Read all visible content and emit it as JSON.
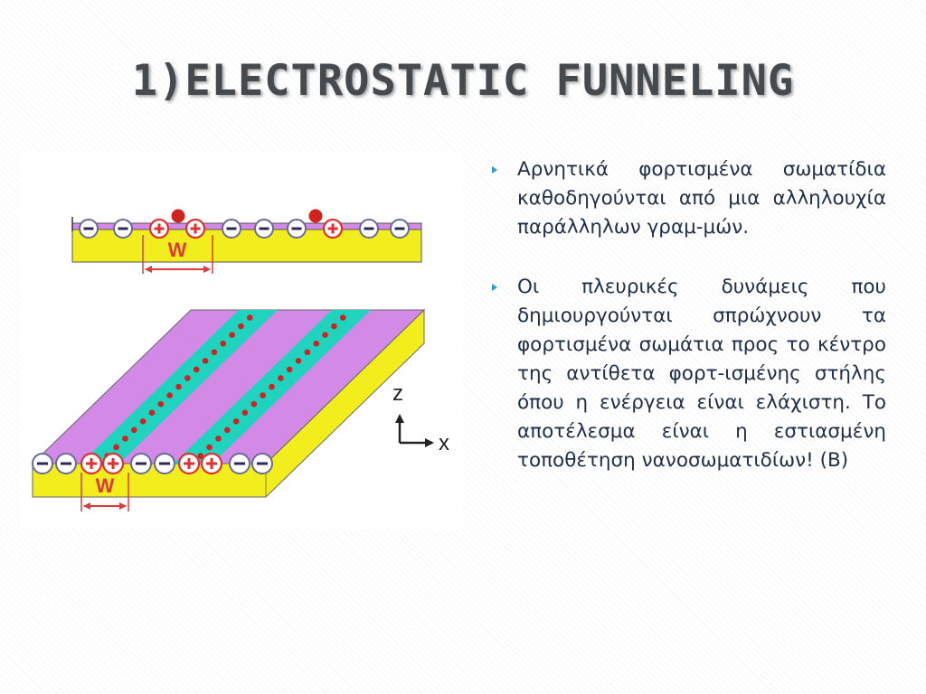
{
  "slide": {
    "title": "1)ELECTROSTATIC FUNNELING"
  },
  "figure": {
    "width_label_top": "W",
    "width_label_bottom": "W",
    "axis_z_label": "z",
    "axis_x_label": "x",
    "colors": {
      "substrate": "#f2ee1e",
      "negative_region": "#d28ae6",
      "positive_region": "#1fd3bf",
      "particle": "#d0221f",
      "dimension": "#e03a36"
    }
  },
  "bullets": [
    {
      "icon": "triangle-bullet-icon",
      "text": "Αρνητικά φορτισμένα σωματίδια καθοδηγούνται από μια αλληλουχία παράλληλων γραμ-μών."
    },
    {
      "icon": "triangle-bullet-icon",
      "text": "Οι πλευρικές δυνάμεις που δημιουργούνται σπρώχνουν τα φορτισμένα σωμάτια προς το κέντρο της αντίθετα φορτ-ισμένης στήλης όπου η ενέργεια είναι ελάχιστη. Το αποτέλεσμα είναι η εστιασμένη τοποθέτηση νανοσωματιδίων! (B)"
    }
  ]
}
